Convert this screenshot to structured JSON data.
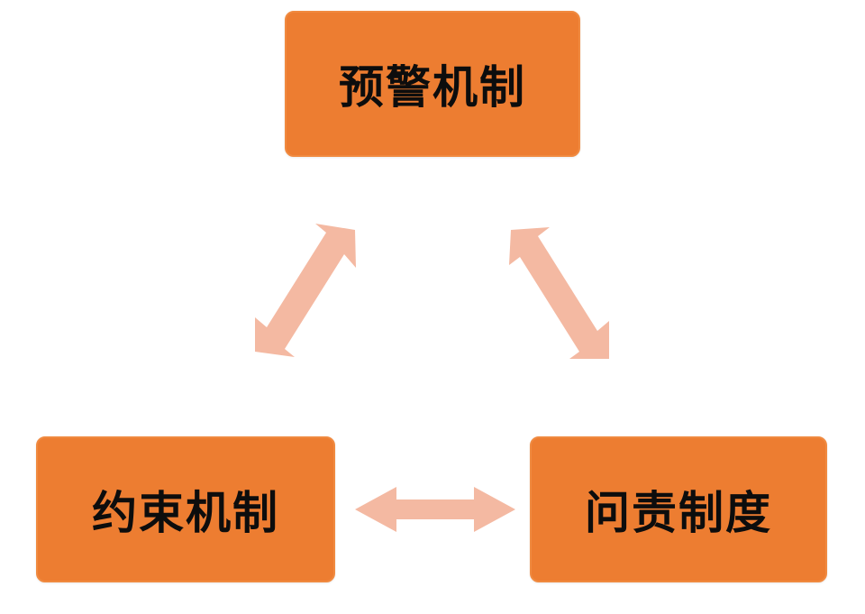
{
  "nodes": {
    "top": "预警机制",
    "left": "约束机制",
    "right": "问责制度"
  },
  "colors": {
    "box_fill": "#ED7D31",
    "arrow_fill": "#F4B9A2",
    "text": "#0d0d0d"
  },
  "arrows": [
    "double-headed",
    "double-headed",
    "double-headed"
  ]
}
